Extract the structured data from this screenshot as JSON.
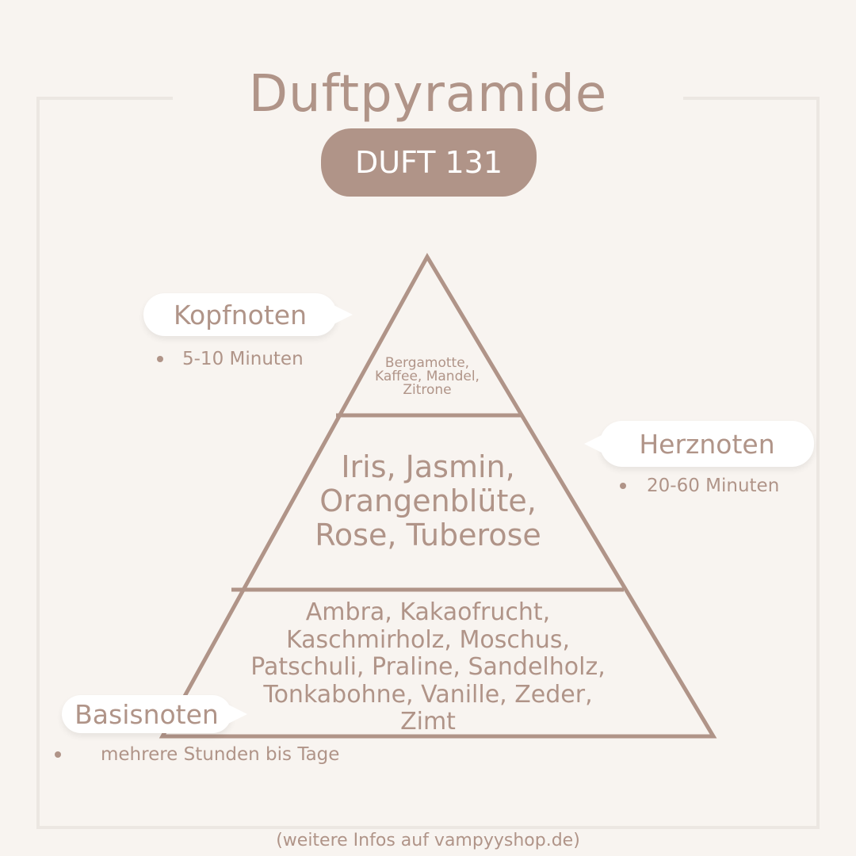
{
  "title": "Duftpyramide",
  "badge": "DUFT 131",
  "colors": {
    "background": "#f8f4f0",
    "accent": "#b09488",
    "frame": "#ece7e2"
  },
  "tiers": {
    "kopf": {
      "label": "Kopfnoten",
      "duration": "5-10 Minuten",
      "notes": [
        "Bergamotte,",
        "Kaffee, Mandel,",
        "Zitrone"
      ]
    },
    "herz": {
      "label": "Herznoten",
      "duration": "20-60 Minuten",
      "notes": [
        "Iris, Jasmin,",
        "Orangenblüte,",
        "Rose, Tuberose"
      ]
    },
    "basis": {
      "label": "Basisnoten",
      "duration": "mehrere Stunden bis Tage",
      "notes": [
        "Ambra, Kakaofrucht,",
        "Kaschmirholz, Moschus,",
        "Patschuli, Praline, Sandelholz,",
        "Tonkabohne, Vanille, Zeder,",
        "Zimt"
      ]
    }
  },
  "footer": "(weitere Infos auf vampyyshop.de)"
}
